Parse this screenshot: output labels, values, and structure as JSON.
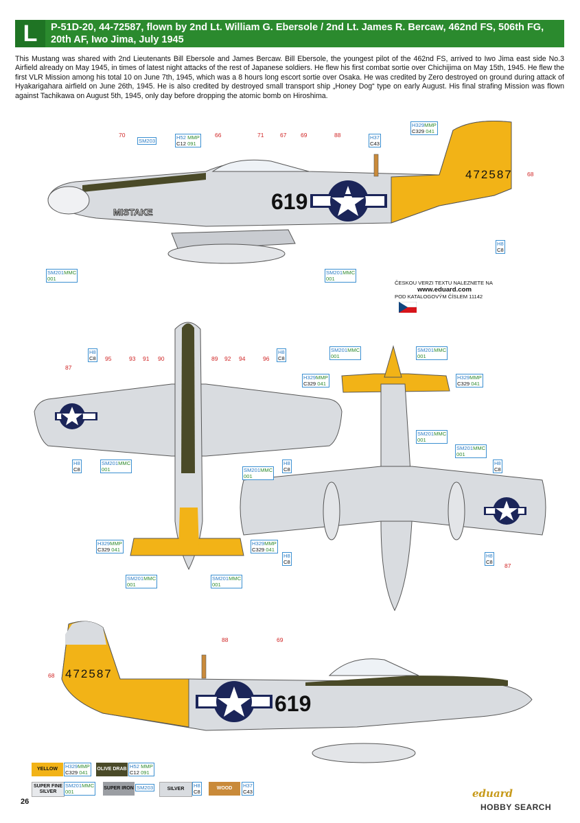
{
  "header": {
    "letter": "L",
    "title": "P-51D-20, 44-72587, flown by 2nd Lt. William G. Ebersole / 2nd Lt. James R. Bercaw, 462nd FS, 506th FG, 20th AF, Iwo Jima, July 1945"
  },
  "description": "This Mustang was shared with 2nd Lieutenants Bill Ebersole and James Bercaw. Bill Ebersole, the youngest pilot of the 462nd FS, arrived to Iwo Jima east side No.3 Airfield already on May 1945, in times of latest night attacks of the rest of Japanese soldiers. He flew his first combat sortie over Chichijima on May 15th, 1945. He flew the first VLR Mission among his total 10 on June 7th, 1945, which was a 8 hours long escort sortie over Osaka. He was credited by Zero destroyed on ground during attack of Hyakarigahara airfield on June 26th, 1945. He is also credited by destroyed small transport ship „Honey Dog“ type on early August. His final strafing Mission was flown against Tachikawa on August 5th, 1945, only day before dropping the atomic bomb on Hiroshima.",
  "czech_note": {
    "line1": "ČESKOU VERZI TEXTU NALEZNETE NA",
    "site": "www.eduard.com",
    "line2": "POD KATALOGOVÝM ČÍSLEM 11142"
  },
  "aircraft_markings": {
    "number": "619",
    "serial": "472587",
    "nose_art": "MISTAKE"
  },
  "callouts": {
    "n70": "70",
    "n66": "66",
    "n71": "71",
    "n67": "67",
    "n69": "69",
    "n88": "88",
    "n68": "68",
    "n87": "87",
    "n95": "95",
    "n93": "93",
    "n91": "91",
    "n90": "90",
    "n89": "89",
    "n92": "92",
    "n94": "94",
    "n96": "96"
  },
  "paints": {
    "sm203": "SM203",
    "sm201": "SM201",
    "mmc": "MMC",
    "m001": "001",
    "h52": "H52",
    "mmp": "MMP",
    "c12": "C12",
    "m091": "091",
    "h329": "H329",
    "c329": "C329",
    "m041": "041",
    "h37": "H37",
    "c43": "C43",
    "h8": "H8",
    "c8": "C8"
  },
  "legend": {
    "yellow": "YELLOW",
    "olive": "OLIVE DRAB",
    "super_fine": "SUPER FINE SILVER",
    "super_iron": "SUPER IRON",
    "silver": "SILVER",
    "wood": "WOOD"
  },
  "colors": {
    "header_green": "#2b8a2e",
    "yellow": "#f2b317",
    "olive": "#4a4a28",
    "silver": "#d9dce0",
    "wood": "#c98a3a",
    "callout_red": "#d02525",
    "code_blue": "#2a7bc4"
  },
  "page_number": "26",
  "brand": "eduard",
  "watermark": "HOBBY SEARCH"
}
